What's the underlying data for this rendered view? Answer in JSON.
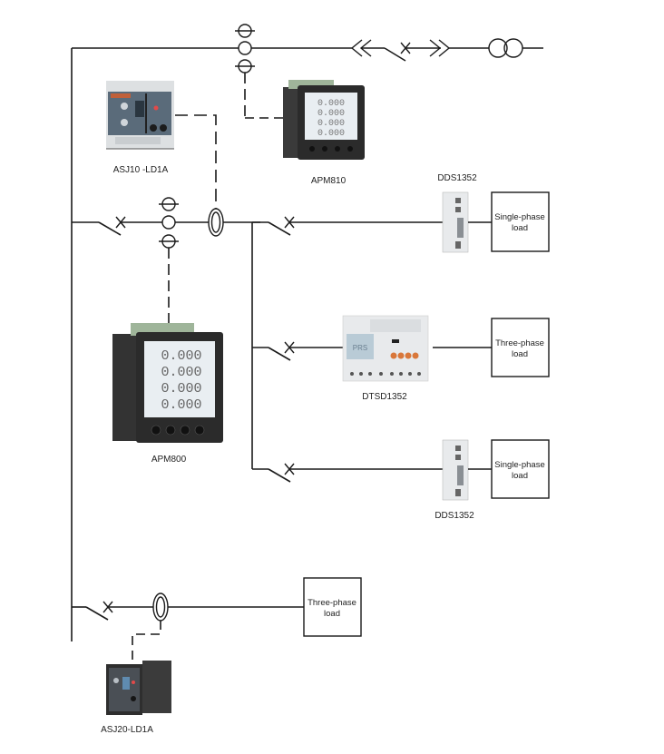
{
  "diagram": {
    "title": "Power distribution metering and leakage monitoring schematic",
    "devices": {
      "asj10": {
        "label": "ASJ10 -LD1A",
        "type": "residual current relay (DIN rail)"
      },
      "apm810": {
        "label": "APM810",
        "type": "panel power meter"
      },
      "apm800": {
        "label": "APM800",
        "type": "panel power meter"
      },
      "dds1352_top": {
        "label": "DDS1352",
        "type": "single-phase DIN meter"
      },
      "dtsd1352": {
        "label": "DTSD1352",
        "type": "three-phase DIN meter",
        "screen_text": "PRS"
      },
      "dds1352_bottom": {
        "label": "DDS1352",
        "type": "single-phase DIN meter"
      },
      "asj20": {
        "label": "ASJ20-LD1A",
        "type": "residual current relay (panel)"
      }
    },
    "loads": [
      {
        "id": "load1",
        "line1": "Single-phase",
        "line2": "load"
      },
      {
        "id": "load2",
        "line1": "Three-phase",
        "line2": "load"
      },
      {
        "id": "load3",
        "line1": "Single-phase",
        "line2": "load"
      },
      {
        "id": "load4",
        "line1": "Three-phase",
        "line2": "load"
      }
    ],
    "meter_display": {
      "digits": "0.000"
    },
    "colors": {
      "line": "#1a1a1a",
      "device_body": "#2b2b2b",
      "lcd": "#e9eef2",
      "din_body": "#e8eaec",
      "asj10_face": "#5a6b7a",
      "button_orange": "#d9773a"
    }
  }
}
